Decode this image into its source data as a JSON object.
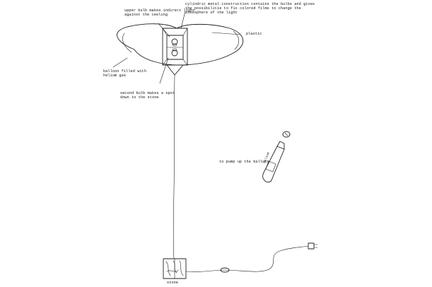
{
  "labels": {
    "upper_bulb_line1": "upper bulb makes indirect light",
    "upper_bulb_line2": "against the ceeling",
    "cylindric_line1": "cylindric metal construction contains the bulbs and gives",
    "cylindric_line2": "the possibilitie to fix colored films to change the",
    "cylindric_line3": "atmosphere of the light",
    "plastic": "plastic",
    "balloon_line1": "balloon filled with",
    "balloon_line2": "helium gas",
    "second_bulb_line1": "second bulb makes a spot",
    "second_bulb_line2": "down to the stone",
    "pump": "to pump up the balloon",
    "pump_can_text": "helium",
    "stone": "stone"
  },
  "colors": {
    "ink": "#222222",
    "paper": "#ffffff"
  }
}
